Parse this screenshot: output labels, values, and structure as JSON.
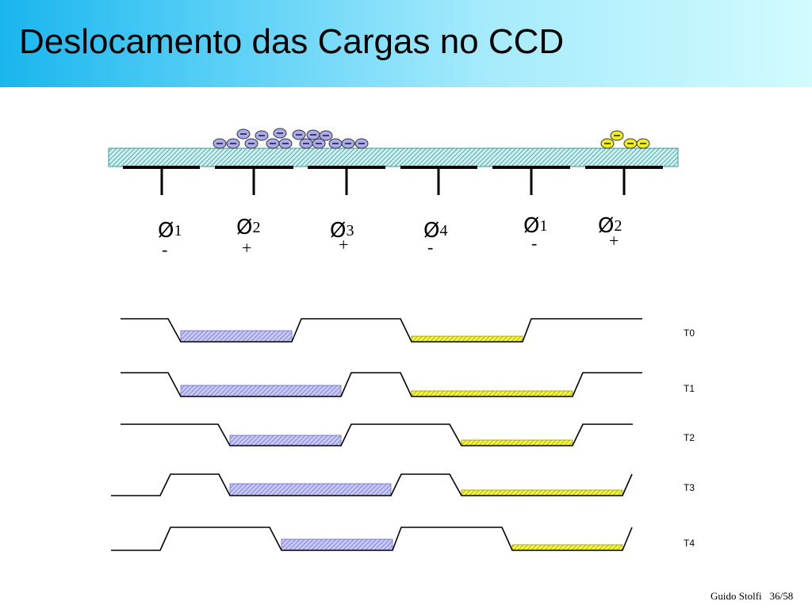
{
  "slide": {
    "title": "Deslocamento das Cargas no CCD",
    "footer_author": "Guido Stolfi",
    "footer_page": "36/58"
  },
  "electrodes": [
    {
      "phase": "1",
      "sign": "-"
    },
    {
      "phase": "2",
      "sign": "+"
    },
    {
      "phase": "3",
      "sign": "+"
    },
    {
      "phase": "4",
      "sign": "-"
    },
    {
      "phase": "1",
      "sign": "-"
    },
    {
      "phase": "2",
      "sign": "+"
    }
  ],
  "phase_symbol": "Ø",
  "electron_symbol": "−",
  "timesteps": [
    "T0",
    "T1",
    "T2",
    "T3",
    "T4"
  ],
  "colors": {
    "charge_packet_1": "#aaaaee",
    "charge_packet_2": "#eeee22",
    "substrate": "#a7e3e3",
    "header_start": "#19b6ee",
    "header_end": "#d2fbfe"
  }
}
